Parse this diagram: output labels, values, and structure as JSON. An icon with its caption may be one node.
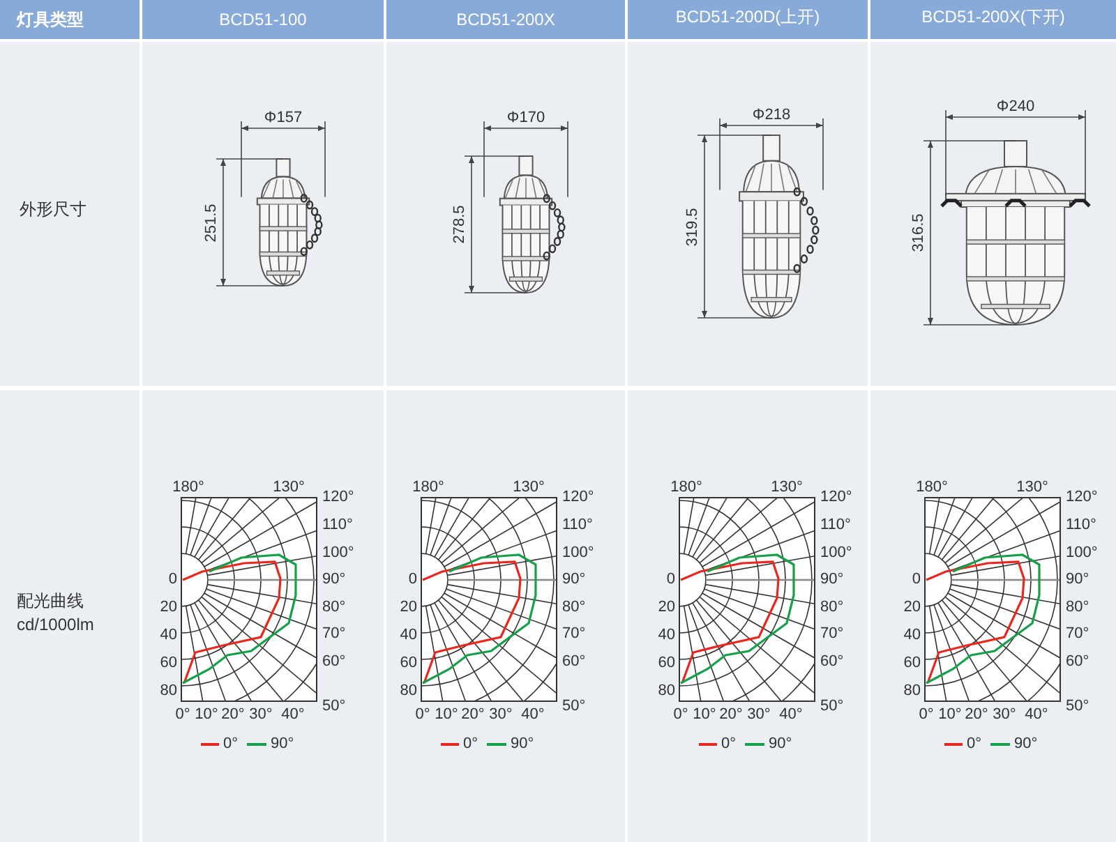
{
  "diagram": {
    "labels": [
      "灯具类型",
      "BCD51-100",
      "BCD51-200X",
      "BCD51-200D(上开)",
      "BCD51-200X(下开)",
      "外形尺寸",
      "Φ157",
      "251.5",
      "Φ170",
      "278.5",
      "Φ218",
      "319.5",
      "Φ240",
      "316.5",
      "配光曲线 cd/1000lm",
      "180°",
      "130°",
      "120°",
      "110°",
      "100°",
      "90°",
      "80°",
      "70°",
      "60°",
      "50°",
      "0",
      "20",
      "40",
      "60",
      "80",
      "0°",
      "10°",
      "20°",
      "30°",
      "40°",
      "180°",
      "130°",
      "120°",
      "110°",
      "100°",
      "90°",
      "80°",
      "70°",
      "60°",
      "50°",
      "0",
      "20",
      "40",
      "60",
      "80",
      "0°",
      "10°",
      "20°",
      "30°",
      "40°",
      "180°",
      "130°",
      "120°",
      "110°",
      "100°",
      "90°",
      "80°",
      "70°",
      "60°",
      "50°",
      "0",
      "20",
      "40",
      "60",
      "80",
      "0°",
      "10°",
      "20°",
      "30°",
      "40°",
      "180°",
      "130°",
      "120°",
      "110°",
      "100°",
      "90°",
      "80°",
      "70°",
      "60°",
      "50°",
      "0",
      "20",
      "40",
      "60",
      "80",
      "0°",
      "10°",
      "20°",
      "30°",
      "40°"
    ],
    "legend": [
      {
        "text": "0°"
      },
      {
        "text": "90°"
      },
      {
        "text": "0°"
      },
      {
        "text": "90°"
      },
      {
        "text": "0°"
      },
      {
        "text": "90°"
      },
      {
        "text": "0°"
      },
      {
        "text": "90°"
      }
    ]
  }
}
